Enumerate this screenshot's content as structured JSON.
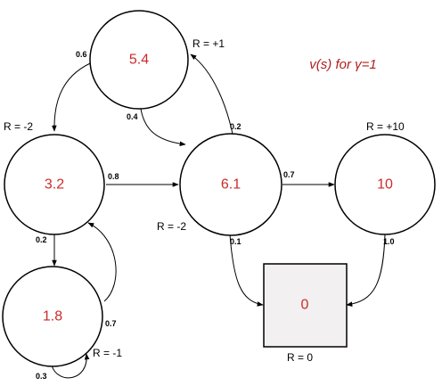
{
  "title": "v(s) for γ=1",
  "colors": {
    "value_text": "#cc2a2a",
    "title_text": "#b21e1e",
    "terminal_fill": "#f2f0f0"
  },
  "states": {
    "top": {
      "value": "5.4",
      "reward": "R = +1"
    },
    "left": {
      "value": "3.2",
      "reward": "R = -2"
    },
    "center": {
      "value": "6.1",
      "reward": "R = -2"
    },
    "right": {
      "value": "10",
      "reward": "R = +10"
    },
    "bottom": {
      "value": "1.8",
      "reward": "R = -1"
    },
    "terminal": {
      "value": "0",
      "reward": "R = 0"
    }
  },
  "transitions": {
    "top_to_left": "0.6",
    "top_to_center": "0.4",
    "center_to_top": "0.2",
    "left_to_center": "0.8",
    "left_to_bottom": "0.2",
    "bottom_to_left": "0.7",
    "bottom_self": "0.3",
    "center_to_right": "0.7",
    "center_to_terminal": "0.1",
    "right_to_terminal": "1.0"
  }
}
